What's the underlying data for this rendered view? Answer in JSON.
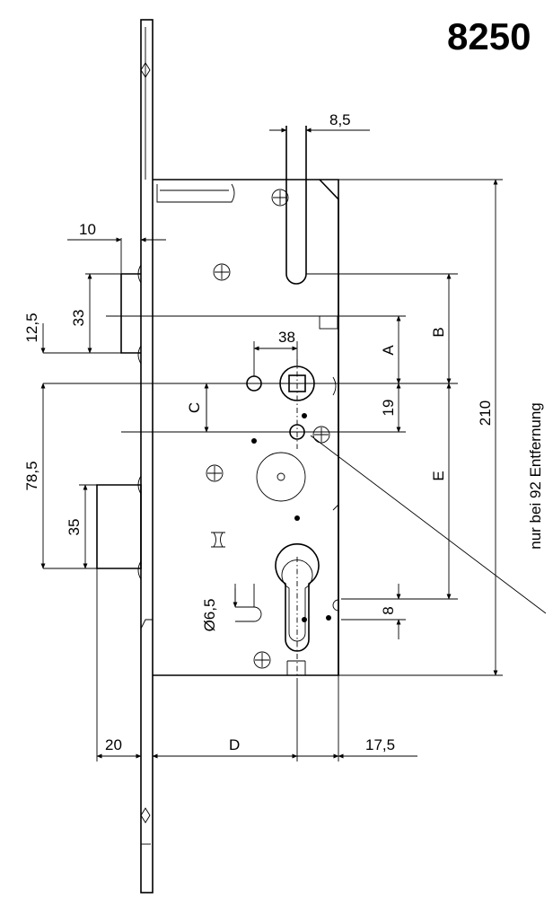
{
  "title": "8250",
  "dimensions": {
    "d_8_5": "8,5",
    "d_10": "10",
    "d_33": "33",
    "d_12_5": "12,5",
    "d_38": "38",
    "d_A": "A",
    "d_B": "B",
    "d_210": "210",
    "d_C": "C",
    "d_19": "19",
    "d_78_5": "78,5",
    "d_E": "E",
    "d_35": "35",
    "d_6_5": "Ø6,5",
    "d_8": "8",
    "d_20": "20",
    "d_D": "D",
    "d_17_5": "17,5"
  },
  "note": "nur bei 92 Entfernung"
}
